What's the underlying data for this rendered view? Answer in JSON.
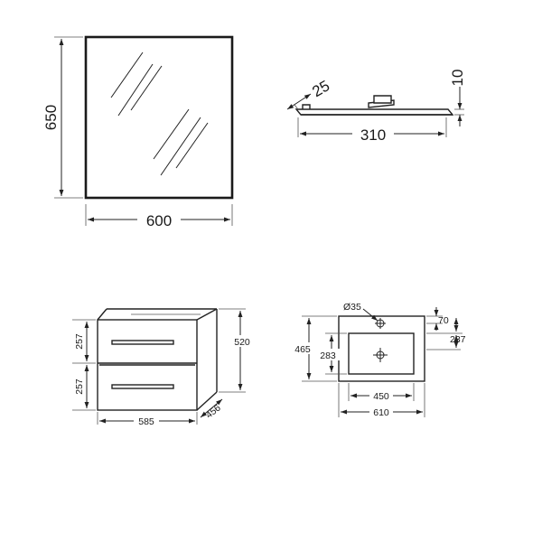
{
  "mirror": {
    "width": "600",
    "height": "650"
  },
  "lamp": {
    "depth": "25",
    "length": "310",
    "thickness": "10"
  },
  "cabinet": {
    "drawer_top": "257",
    "drawer_bottom": "257",
    "height": "520",
    "width": "585",
    "depth": "456"
  },
  "basin": {
    "tap_hole": "Ø35",
    "height_total": "465",
    "bowl_height": "283",
    "top_offset": "70",
    "side_offset": "237",
    "bowl_width": "450",
    "width_total": "610"
  }
}
